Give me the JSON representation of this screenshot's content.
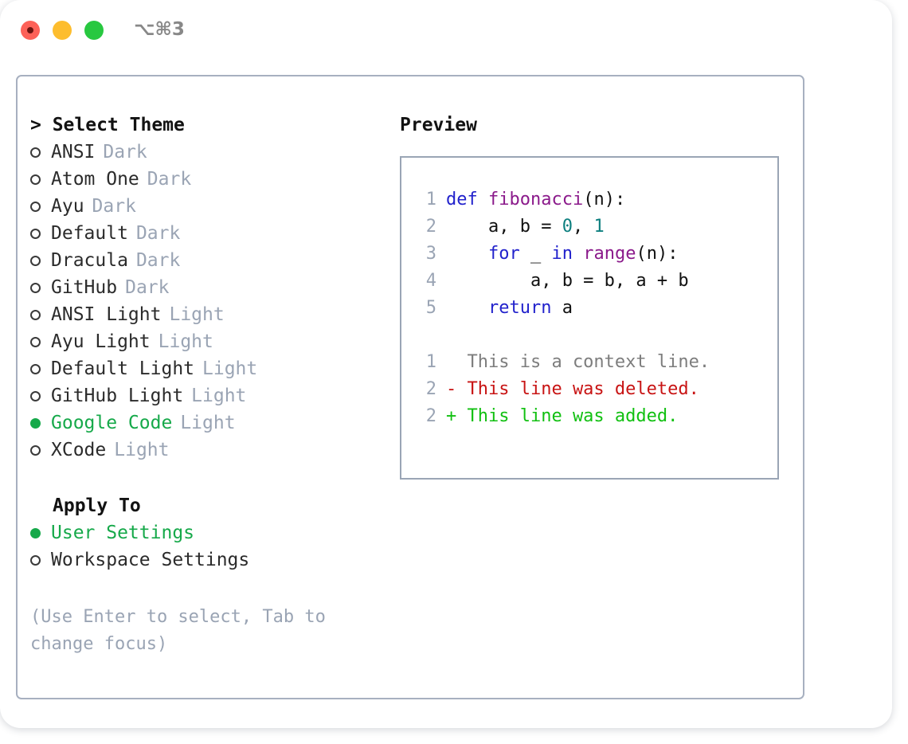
{
  "window": {
    "shortcut": "⌥⌘3",
    "traffic_lights": [
      "close-red",
      "minimize-yellow",
      "maximize-green"
    ],
    "accent_green": "#16a94a",
    "muted_gray": "#9aa4b4",
    "border_color": "#a7b0c0"
  },
  "theme_picker": {
    "header": "> Select Theme",
    "options": [
      {
        "label": "ANSI",
        "tag": "Dark",
        "selected": false
      },
      {
        "label": "Atom One",
        "tag": "Dark",
        "selected": false
      },
      {
        "label": "Ayu",
        "tag": "Dark",
        "selected": false
      },
      {
        "label": "Default",
        "tag": "Dark",
        "selected": false
      },
      {
        "label": "Dracula",
        "tag": "Dark",
        "selected": false
      },
      {
        "label": "GitHub",
        "tag": "Dark",
        "selected": false
      },
      {
        "label": "ANSI Light",
        "tag": "Light",
        "selected": false
      },
      {
        "label": "Ayu Light",
        "tag": "Light",
        "selected": false
      },
      {
        "label": "Default Light",
        "tag": "Light",
        "selected": false
      },
      {
        "label": "GitHub Light",
        "tag": "Light",
        "selected": false
      },
      {
        "label": "Google Code",
        "tag": "Light",
        "selected": true
      },
      {
        "label": "XCode",
        "tag": "Light",
        "selected": false
      }
    ]
  },
  "apply_to": {
    "header": "Apply To",
    "options": [
      {
        "label": "User Settings",
        "tag": "",
        "selected": true
      },
      {
        "label": "Workspace Settings",
        "tag": "",
        "selected": false
      }
    ]
  },
  "hint": "(Use Enter to select, Tab to change focus)",
  "preview": {
    "title": "Preview",
    "code_lines": [
      {
        "no": "1",
        "tokens": [
          {
            "t": "def",
            "c": "kw"
          },
          {
            "t": " ",
            "c": "plain"
          },
          {
            "t": "fibonacci",
            "c": "fn"
          },
          {
            "t": "(n):",
            "c": "plain"
          }
        ]
      },
      {
        "no": "2",
        "tokens": [
          {
            "t": "    a, b = ",
            "c": "plain"
          },
          {
            "t": "0",
            "c": "num"
          },
          {
            "t": ", ",
            "c": "plain"
          },
          {
            "t": "1",
            "c": "num"
          }
        ]
      },
      {
        "no": "3",
        "tokens": [
          {
            "t": "    ",
            "c": "plain"
          },
          {
            "t": "for",
            "c": "kw"
          },
          {
            "t": " _ ",
            "c": "plain"
          },
          {
            "t": "in",
            "c": "kw"
          },
          {
            "t": " ",
            "c": "plain"
          },
          {
            "t": "range",
            "c": "fn"
          },
          {
            "t": "(n):",
            "c": "plain"
          }
        ]
      },
      {
        "no": "4",
        "tokens": [
          {
            "t": "        a, b = b, a + b",
            "c": "plain"
          }
        ]
      },
      {
        "no": "5",
        "tokens": [
          {
            "t": "    ",
            "c": "plain"
          },
          {
            "t": "return",
            "c": "kw"
          },
          {
            "t": " a",
            "c": "plain"
          }
        ]
      }
    ],
    "diff_lines": [
      {
        "no": "1",
        "text": "  This is a context line.",
        "kind": "ctx"
      },
      {
        "no": "2",
        "text": "- This line was deleted.",
        "kind": "del"
      },
      {
        "no": "2",
        "text": "+ This line was added.",
        "kind": "add"
      }
    ]
  }
}
